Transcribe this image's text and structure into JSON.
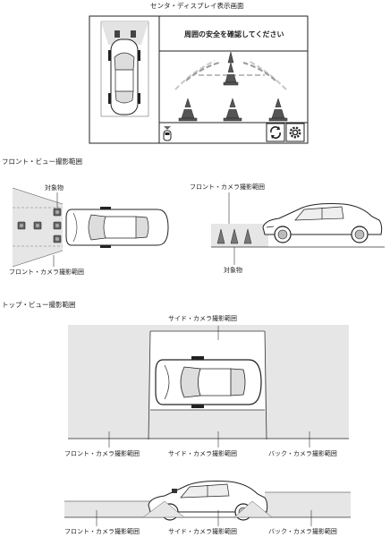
{
  "center_display": {
    "title": "センタ・ディスプレイ表示画面",
    "message": "周囲の安全を確認してください",
    "icons": [
      "rotate-view-icon",
      "gear-icon",
      "front-camera-icon"
    ]
  },
  "front_view": {
    "heading": "フロント・ビュー撮影範囲",
    "label_object_top": "対象物",
    "label_range_bottom": "フロント・カメラ撮影範囲",
    "label_range_side": "フロント・カメラ撮影範囲",
    "label_object_side": "対象物"
  },
  "top_view": {
    "heading": "トップ・ビュー撮影範囲",
    "label_side_top": "サイド・カメラ撮影範囲",
    "label_front": "フロント・カメラ撮影範囲",
    "label_side": "サイド・カメラ撮影範囲",
    "label_back": "バック・カメラ撮影範囲"
  },
  "bottom_view": {
    "label_front": "フロント・カメラ撮影範囲",
    "label_side": "サイド・カメラ撮影範囲",
    "label_back": "バック・カメラ撮影範囲"
  },
  "colors": {
    "range_fill": "#e6e6e6",
    "line": "#333333",
    "guide_line": "#bbbbbb"
  }
}
